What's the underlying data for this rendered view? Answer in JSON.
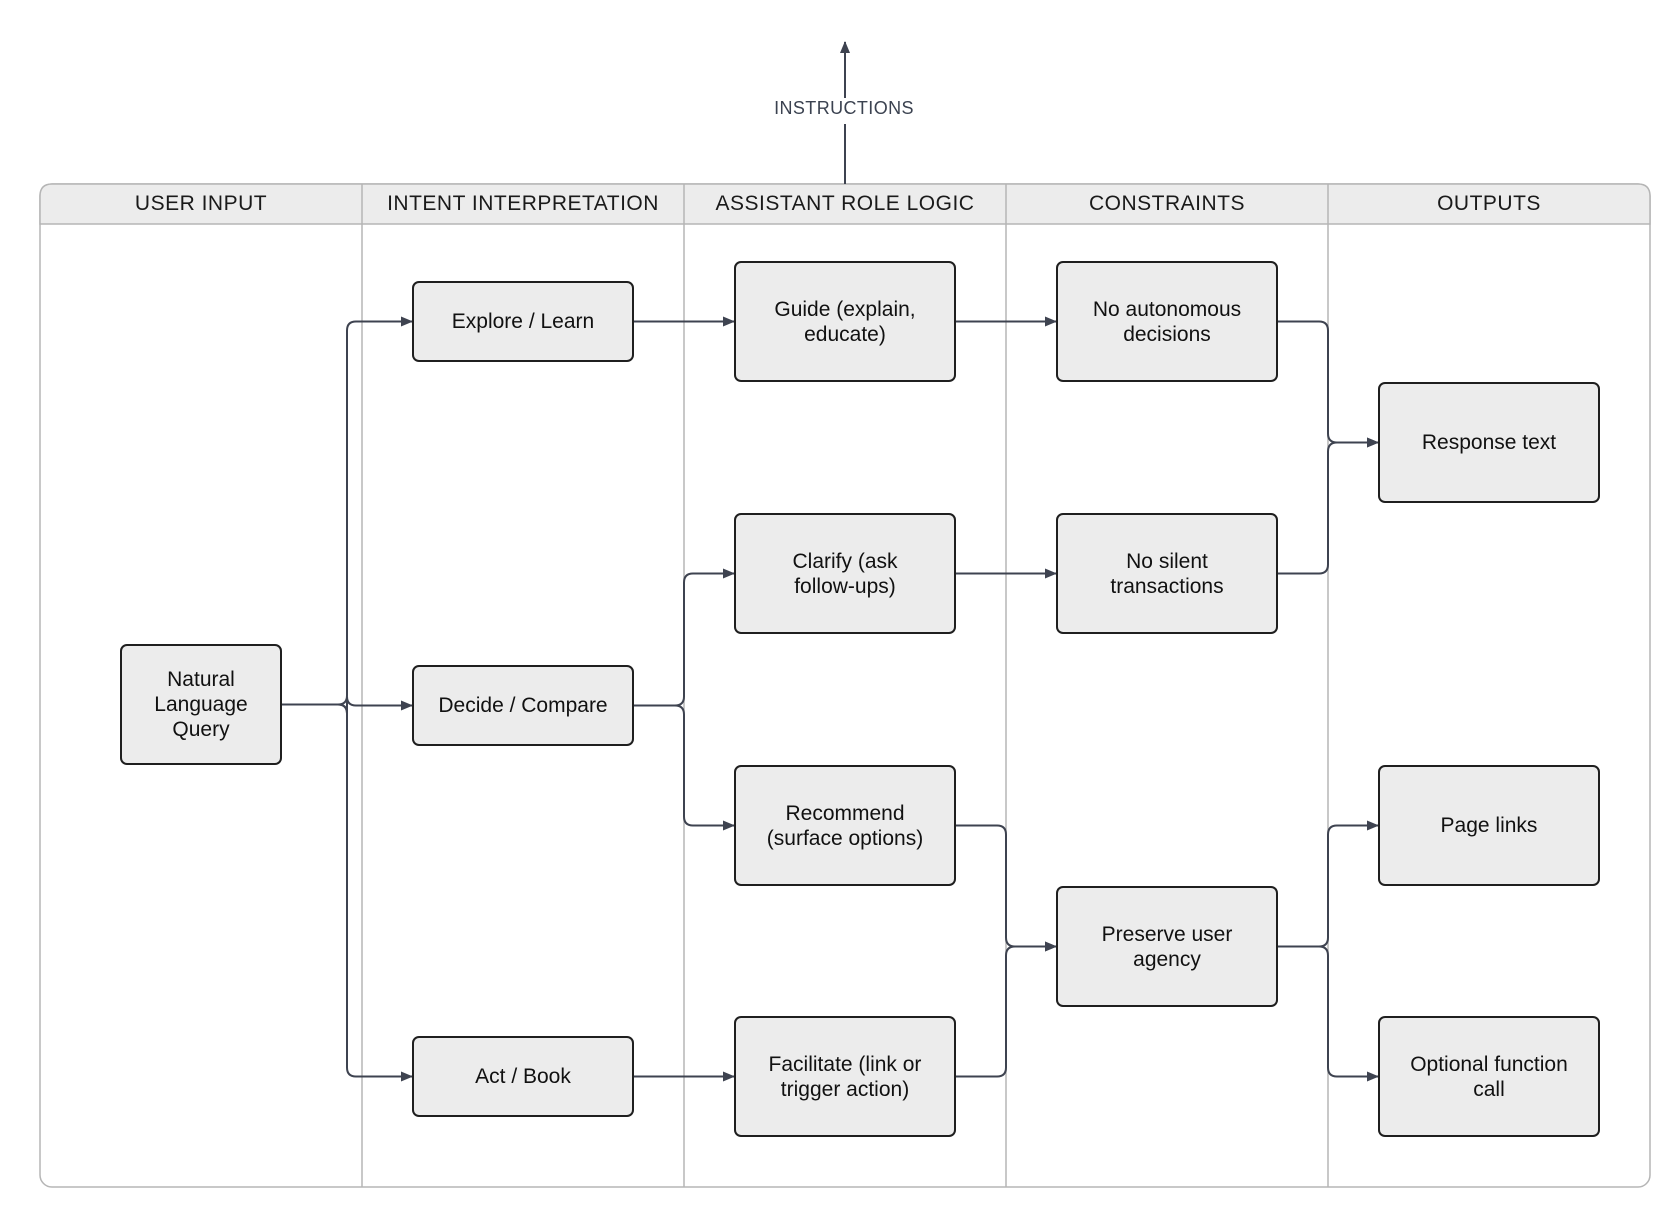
{
  "top_label": "INSTRUCTIONS",
  "lanes": [
    {
      "id": "user-input",
      "title": "USER INPUT"
    },
    {
      "id": "intent-interpretation",
      "title": "INTENT INTERPRETATION"
    },
    {
      "id": "assistant-role-logic",
      "title": "ASSISTANT ROLE LOGIC"
    },
    {
      "id": "constraints",
      "title": "CONSTRAINTS"
    },
    {
      "id": "outputs",
      "title": "OUTPUTS"
    }
  ],
  "nodes": {
    "query": "Natural\nLanguage\nQuery",
    "explore": "Explore / Learn",
    "decide": "Decide / Compare",
    "act": "Act / Book",
    "guide": "Guide (explain,\neducate)",
    "clarify": "Clarify (ask\nfollow-ups)",
    "recommend": "Recommend\n(surface options)",
    "facilitate": "Facilitate (link or\ntrigger action)",
    "no_autonomous": "No autonomous\ndecisions",
    "no_silent": "No silent\ntransactions",
    "preserve": "Preserve user\nagency",
    "response": "Response text",
    "page_links": "Page links",
    "function_call": "Optional function\ncall"
  },
  "edges": [
    {
      "from": "query",
      "to": "explore"
    },
    {
      "from": "query",
      "to": "decide"
    },
    {
      "from": "query",
      "to": "act"
    },
    {
      "from": "explore",
      "to": "guide"
    },
    {
      "from": "decide",
      "to": "clarify"
    },
    {
      "from": "decide",
      "to": "recommend"
    },
    {
      "from": "act",
      "to": "facilitate"
    },
    {
      "from": "guide",
      "to": "no_autonomous"
    },
    {
      "from": "clarify",
      "to": "no_silent"
    },
    {
      "from": "recommend",
      "to": "preserve"
    },
    {
      "from": "facilitate",
      "to": "preserve"
    },
    {
      "from": "no_autonomous",
      "to": "response"
    },
    {
      "from": "no_silent",
      "to": "response"
    },
    {
      "from": "preserve",
      "to": "page_links"
    },
    {
      "from": "preserve",
      "to": "function_call"
    }
  ],
  "colors": {
    "node_fill": "#ececec",
    "node_border": "#1f1f1f",
    "header_fill": "#ececec",
    "lane_border": "#b5b5b5",
    "connector": "#3e4350"
  }
}
